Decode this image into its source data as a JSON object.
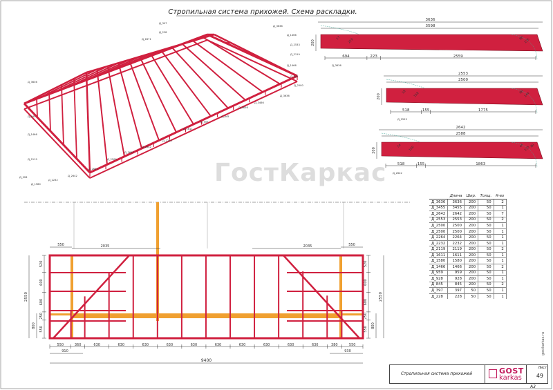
{
  "drawing": {
    "title": "Стропильная система прихожей. Схема раскладки.",
    "watermark": "ГостКаркас",
    "colors": {
      "rafter": "#d0203f",
      "beam": "#f0a030",
      "dimension": "#333333"
    }
  },
  "iso_labels": [
    "Д_397",
    "Д_228",
    "Д_6371",
    "Д_1466",
    "Д_2533",
    "Д_2119",
    "Д_1466",
    "Д_845",
    "Д_2500",
    "Д_3636",
    "Д_3466",
    "Д_3636",
    "Д_845",
    "Д_959",
    "Д_1611",
    "Д_2264",
    "Д_2642",
    "Д_2642",
    "Д_2500",
    "Д_2642",
    "Д_2642",
    "Д_2232",
    "Д_1580",
    "Д_928",
    "Д_2119",
    "Д_1466",
    "Д_845",
    "Д_3636",
    "Д_3636"
  ],
  "details": [
    {
      "name": "Д_3636",
      "total": "3636",
      "inner": "3598",
      "segments": [
        "694",
        "223",
        "2559"
      ],
      "height": "200",
      "marks": [
        "17",
        "219",
        "80",
        "126"
      ]
    },
    {
      "name": "Д_2553",
      "total": "2553",
      "inner": "2500",
      "segments": [
        "518",
        "155",
        "1775"
      ],
      "height": "200",
      "marks": [
        "18",
        "158",
        "80",
        "144"
      ]
    },
    {
      "name": "Д_2642",
      "total": "2642",
      "inner": "2588",
      "segments": [
        "518",
        "155",
        "1863"
      ],
      "height": "200",
      "marks": [
        "54",
        "150",
        "44",
        "125",
        "80"
      ]
    }
  ],
  "plan": {
    "total_width": "9400",
    "bottom_dims": [
      "550",
      "360",
      "630",
      "630",
      "630",
      "630",
      "630",
      "630",
      "630",
      "630",
      "630",
      "630",
      "380",
      "550"
    ],
    "sub_dims_left": "910",
    "sub_dims_right": "930",
    "top_left": "2035",
    "top_right": "2035",
    "top_edge_left": "550",
    "top_edge_right": "550",
    "left_dims": [
      "520",
      "600",
      "600",
      "250",
      "550"
    ],
    "left_total": "2550",
    "left_group": "800",
    "right_dims": [
      "520",
      "600",
      "600",
      "250",
      "550"
    ],
    "right_total": "2550",
    "right_group": "800"
  },
  "spec_table": {
    "headers": [
      "",
      "Длина",
      "Шир.",
      "Толщ.",
      "К-во"
    ],
    "rows": [
      [
        "Д_3636",
        "3636",
        "200",
        "50",
        "2"
      ],
      [
        "Д_3455",
        "3455",
        "200",
        "50",
        "1"
      ],
      [
        "Д_2642",
        "2642",
        "200",
        "50",
        "7"
      ],
      [
        "Д_2553",
        "2553",
        "200",
        "50",
        "2"
      ],
      [
        "Д_2500",
        "2500",
        "200",
        "50",
        "1"
      ],
      [
        "Д_2500",
        "2500",
        "200",
        "50",
        "1"
      ],
      [
        "Д_2264",
        "2264",
        "200",
        "50",
        "1"
      ],
      [
        "Д_2232",
        "2232",
        "200",
        "50",
        "1"
      ],
      [
        "Д_2119",
        "2119",
        "200",
        "50",
        "2"
      ],
      [
        "Д_1611",
        "1611",
        "200",
        "50",
        "1"
      ],
      [
        "Д_1580",
        "1580",
        "200",
        "50",
        "1"
      ],
      [
        "Д_1466",
        "1466",
        "200",
        "50",
        "2"
      ],
      [
        "Д_959",
        "959",
        "200",
        "50",
        "1"
      ],
      [
        "Д_928",
        "928",
        "200",
        "50",
        "1"
      ],
      [
        "Д_845",
        "845",
        "200",
        "50",
        "2"
      ],
      [
        "Д_397",
        "397",
        "50",
        "50",
        "1"
      ],
      [
        "Д_228",
        "228",
        "50",
        "50",
        "1"
      ]
    ]
  },
  "title_block": {
    "name": "Стропильная система прихожей",
    "logo_top": "GOST",
    "logo_bottom": "karkas",
    "sheet_label": "Лист",
    "sheet_number": "49",
    "format": "А3",
    "site": "gostkarkas.ru"
  }
}
